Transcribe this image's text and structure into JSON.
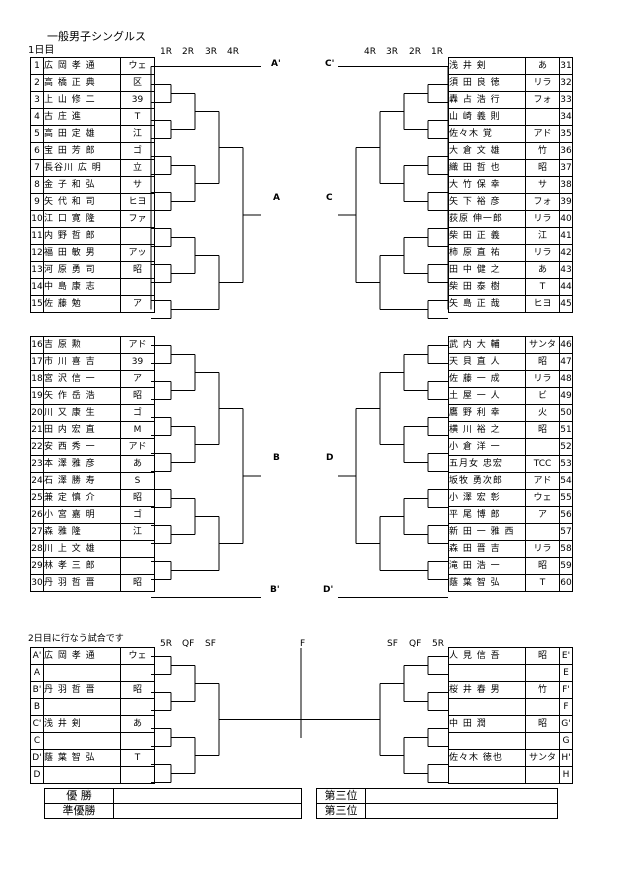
{
  "title": "一般男子シングルス",
  "day1": "1日目",
  "day2": "2日目に行なう試合です",
  "rounds_left": [
    "1R",
    "2R",
    "3R",
    "4R"
  ],
  "rounds_right": [
    "4R",
    "3R",
    "2R",
    "1R"
  ],
  "rounds_final_left": [
    "5R",
    "QF",
    "SF"
  ],
  "rounds_final_right": [
    "SF",
    "QF",
    "5R"
  ],
  "final_label": "F",
  "left_top": [
    {
      "n": "1",
      "name": "広 岡  孝 通",
      "club": "ウェ"
    },
    {
      "n": "2",
      "name": "高 橋  正 典",
      "club": "区"
    },
    {
      "n": "3",
      "name": "上 山  修 二",
      "club": "39"
    },
    {
      "n": "4",
      "name": "古   庄   進",
      "club": "T"
    },
    {
      "n": "5",
      "name": "高 田  定 雄",
      "club": "江"
    },
    {
      "n": "6",
      "name": "宝 田  芳 郎",
      "club": "ゴ"
    },
    {
      "n": "7",
      "name": "長谷川 広 明",
      "club": "立"
    },
    {
      "n": "8",
      "name": "金 子  和 弘",
      "club": "サ"
    },
    {
      "n": "9",
      "name": "矢 代  和 司",
      "club": "ヒヨ"
    },
    {
      "n": "10",
      "name": "江 口  寛 隆",
      "club": "ファ"
    },
    {
      "n": "11",
      "name": "内 野  哲 郎",
      "club": ""
    },
    {
      "n": "12",
      "name": "福 田  敏 男",
      "club": "アッ"
    },
    {
      "n": "13",
      "name": "河 原  勇 司",
      "club": "昭"
    },
    {
      "n": "14",
      "name": "中 島  康 志",
      "club": ""
    },
    {
      "n": "15",
      "name": "佐   藤   勉",
      "club": "ア"
    }
  ],
  "left_bottom": [
    {
      "n": "16",
      "name": "吉   原   勲",
      "club": "アド"
    },
    {
      "n": "17",
      "name": "市 川  喜 吉",
      "club": "39"
    },
    {
      "n": "18",
      "name": "宮 沢  信 一",
      "club": "ア"
    },
    {
      "n": "19",
      "name": "矢 作  岳 浩",
      "club": "昭"
    },
    {
      "n": "20",
      "name": "川 又  康 生",
      "club": "ゴ"
    },
    {
      "n": "21",
      "name": "田 内  宏 直",
      "club": "M"
    },
    {
      "n": "22",
      "name": "安 西  秀 一",
      "club": "アド"
    },
    {
      "n": "23",
      "name": "本 澤  雅 彦",
      "club": "あ"
    },
    {
      "n": "24",
      "name": "石 澤  勝 寿",
      "club": "S"
    },
    {
      "n": "25",
      "name": "兼 定  慎 介",
      "club": "昭"
    },
    {
      "n": "26",
      "name": "小 宮  嘉 明",
      "club": "ゴ"
    },
    {
      "n": "27",
      "name": "森   雅   隆",
      "club": "江"
    },
    {
      "n": "28",
      "name": "川 上  文 雄",
      "club": ""
    },
    {
      "n": "29",
      "name": "林  孝 三 郎",
      "club": ""
    },
    {
      "n": "30",
      "name": "丹 羽  哲 晋",
      "club": "昭"
    }
  ],
  "right_top": [
    {
      "n": "31",
      "name": "浅   井   剣",
      "club": "あ"
    },
    {
      "n": "32",
      "name": "須 田  良 徳",
      "club": "リラ"
    },
    {
      "n": "33",
      "name": "轟 占  浩 行",
      "club": "フォ"
    },
    {
      "n": "34",
      "name": "山 崎  義 則",
      "club": ""
    },
    {
      "n": "35",
      "name": "佐々木 覚",
      "club": "アド"
    },
    {
      "n": "36",
      "name": "大 倉  文 雄",
      "club": "竹"
    },
    {
      "n": "37",
      "name": "織 田  哲 也",
      "club": "昭"
    },
    {
      "n": "38",
      "name": "大 竹  保 幸",
      "club": "サ"
    },
    {
      "n": "39",
      "name": "矢 下  裕 彦",
      "club": "フォ"
    },
    {
      "n": "40",
      "name": "荻原 伸一郎",
      "club": "リラ"
    },
    {
      "n": "41",
      "name": "柴 田  正 義",
      "club": "江"
    },
    {
      "n": "42",
      "name": "柿 原  直 祐",
      "club": "リラ"
    },
    {
      "n": "43",
      "name": "田 中  健 之",
      "club": "あ"
    },
    {
      "n": "44",
      "name": "柴 田  泰 樹",
      "club": "T"
    },
    {
      "n": "45",
      "name": "矢 島  正 哉",
      "club": "ヒヨ"
    }
  ],
  "right_bottom": [
    {
      "n": "46",
      "name": "武 内  大 輔",
      "club": "サンタ"
    },
    {
      "n": "47",
      "name": "天 貝  直 人",
      "club": "昭"
    },
    {
      "n": "48",
      "name": "佐 藤  一 成",
      "club": "リラ"
    },
    {
      "n": "49",
      "name": "土 屋  一 人",
      "club": "ビ"
    },
    {
      "n": "50",
      "name": "鷹 野  利 幸",
      "club": "火"
    },
    {
      "n": "51",
      "name": "横 川  裕 之",
      "club": "昭"
    },
    {
      "n": "52",
      "name": "小 倉  洋 一",
      "club": ""
    },
    {
      "n": "53",
      "name": "五月女 忠宏",
      "club": "TCC"
    },
    {
      "n": "54",
      "name": "坂牧 勇次郎",
      "club": "アド"
    },
    {
      "n": "55",
      "name": "小 澤  宏 彰",
      "club": "ウェ"
    },
    {
      "n": "56",
      "name": "平 尾  博 郎",
      "club": "ア"
    },
    {
      "n": "57",
      "name": "新 田  一 雅 西",
      "club": ""
    },
    {
      "n": "58",
      "name": "森 田  晋 吉",
      "club": "リラ"
    },
    {
      "n": "59",
      "name": "滝 田  浩 一",
      "club": "昭"
    },
    {
      "n": "60",
      "name": "蔭 葉  智 弘",
      "club": "T"
    }
  ],
  "day2_left": [
    {
      "n": "A'",
      "name": "広 岡  孝 通",
      "club": "ウェ"
    },
    {
      "n": "A",
      "name": "",
      "club": ""
    },
    {
      "n": "B'",
      "name": "丹 羽  哲 晋",
      "club": "昭"
    },
    {
      "n": "B",
      "name": "",
      "club": ""
    },
    {
      "n": "C'",
      "name": "浅   井   剣",
      "club": "あ"
    },
    {
      "n": "C",
      "name": "",
      "club": ""
    },
    {
      "n": "D'",
      "name": "蔭 葉  智 弘",
      "club": "T"
    },
    {
      "n": "D",
      "name": "",
      "club": ""
    }
  ],
  "day2_right": [
    {
      "n": "E'",
      "name": "人 見  信 吾",
      "club": "昭"
    },
    {
      "n": "E",
      "name": "",
      "club": ""
    },
    {
      "n": "F'",
      "name": "桜 井  春 男",
      "club": "竹"
    },
    {
      "n": "F",
      "name": "",
      "club": ""
    },
    {
      "n": "G'",
      "name": "中 田   潤",
      "club": "昭"
    },
    {
      "n": "G",
      "name": "",
      "club": ""
    },
    {
      "n": "H'",
      "name": "佐々木 徳也",
      "club": "サンタ"
    },
    {
      "n": "H",
      "name": "",
      "club": ""
    }
  ],
  "markers": {
    "a_prime": "A'",
    "a": "A",
    "b": "B",
    "b_prime": "B'",
    "c_prime": "C'",
    "c": "C",
    "d": "D",
    "d_prime": "D'"
  },
  "results": {
    "winner": "優 勝",
    "runner_up": "準優勝",
    "third1": "第三位",
    "third2": "第三位"
  }
}
